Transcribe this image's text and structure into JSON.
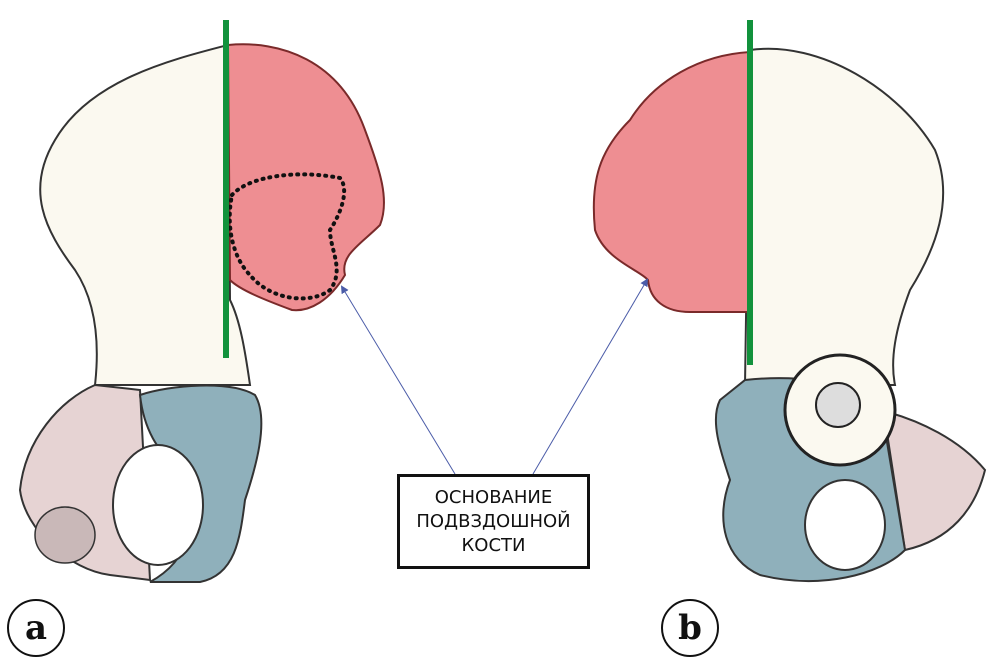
{
  "label_box": {
    "lines": [
      "ОСНОВАНИЕ",
      "ПОДВЗДОШНОЙ",
      "КОСТИ"
    ]
  },
  "panels": [
    {
      "label": "a"
    },
    {
      "label": "b"
    }
  ],
  "colors": {
    "ilium_base": "#ee8e92",
    "cartilage_blue": "#8fb0bb",
    "pubis_pink": "#e6d3d3",
    "bone": "#fbf9f0",
    "axis_line": "#12923c",
    "arrow": "#4b5ca8"
  }
}
